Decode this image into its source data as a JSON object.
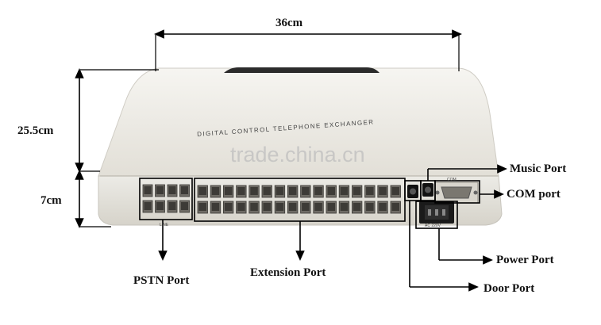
{
  "dimensions": {
    "width": "36cm",
    "depth": "25.5cm",
    "height": "7cm"
  },
  "ports": {
    "music": "Music Port",
    "com": "COM port",
    "power": "Power Port",
    "door": "Door Port",
    "pstn": "PSTN Port",
    "extension": "Extension Port"
  },
  "device": {
    "front_text": "DIGITAL CONTROL TELEPHONE EXCHANGER",
    "line_label": "LINE",
    "com_label": "COM",
    "power_label": "AC 220V"
  },
  "watermark": "trade.china.cn",
  "colors": {
    "body": "#e9e6df",
    "panel": "#dcd8cf",
    "line": "#000000"
  }
}
